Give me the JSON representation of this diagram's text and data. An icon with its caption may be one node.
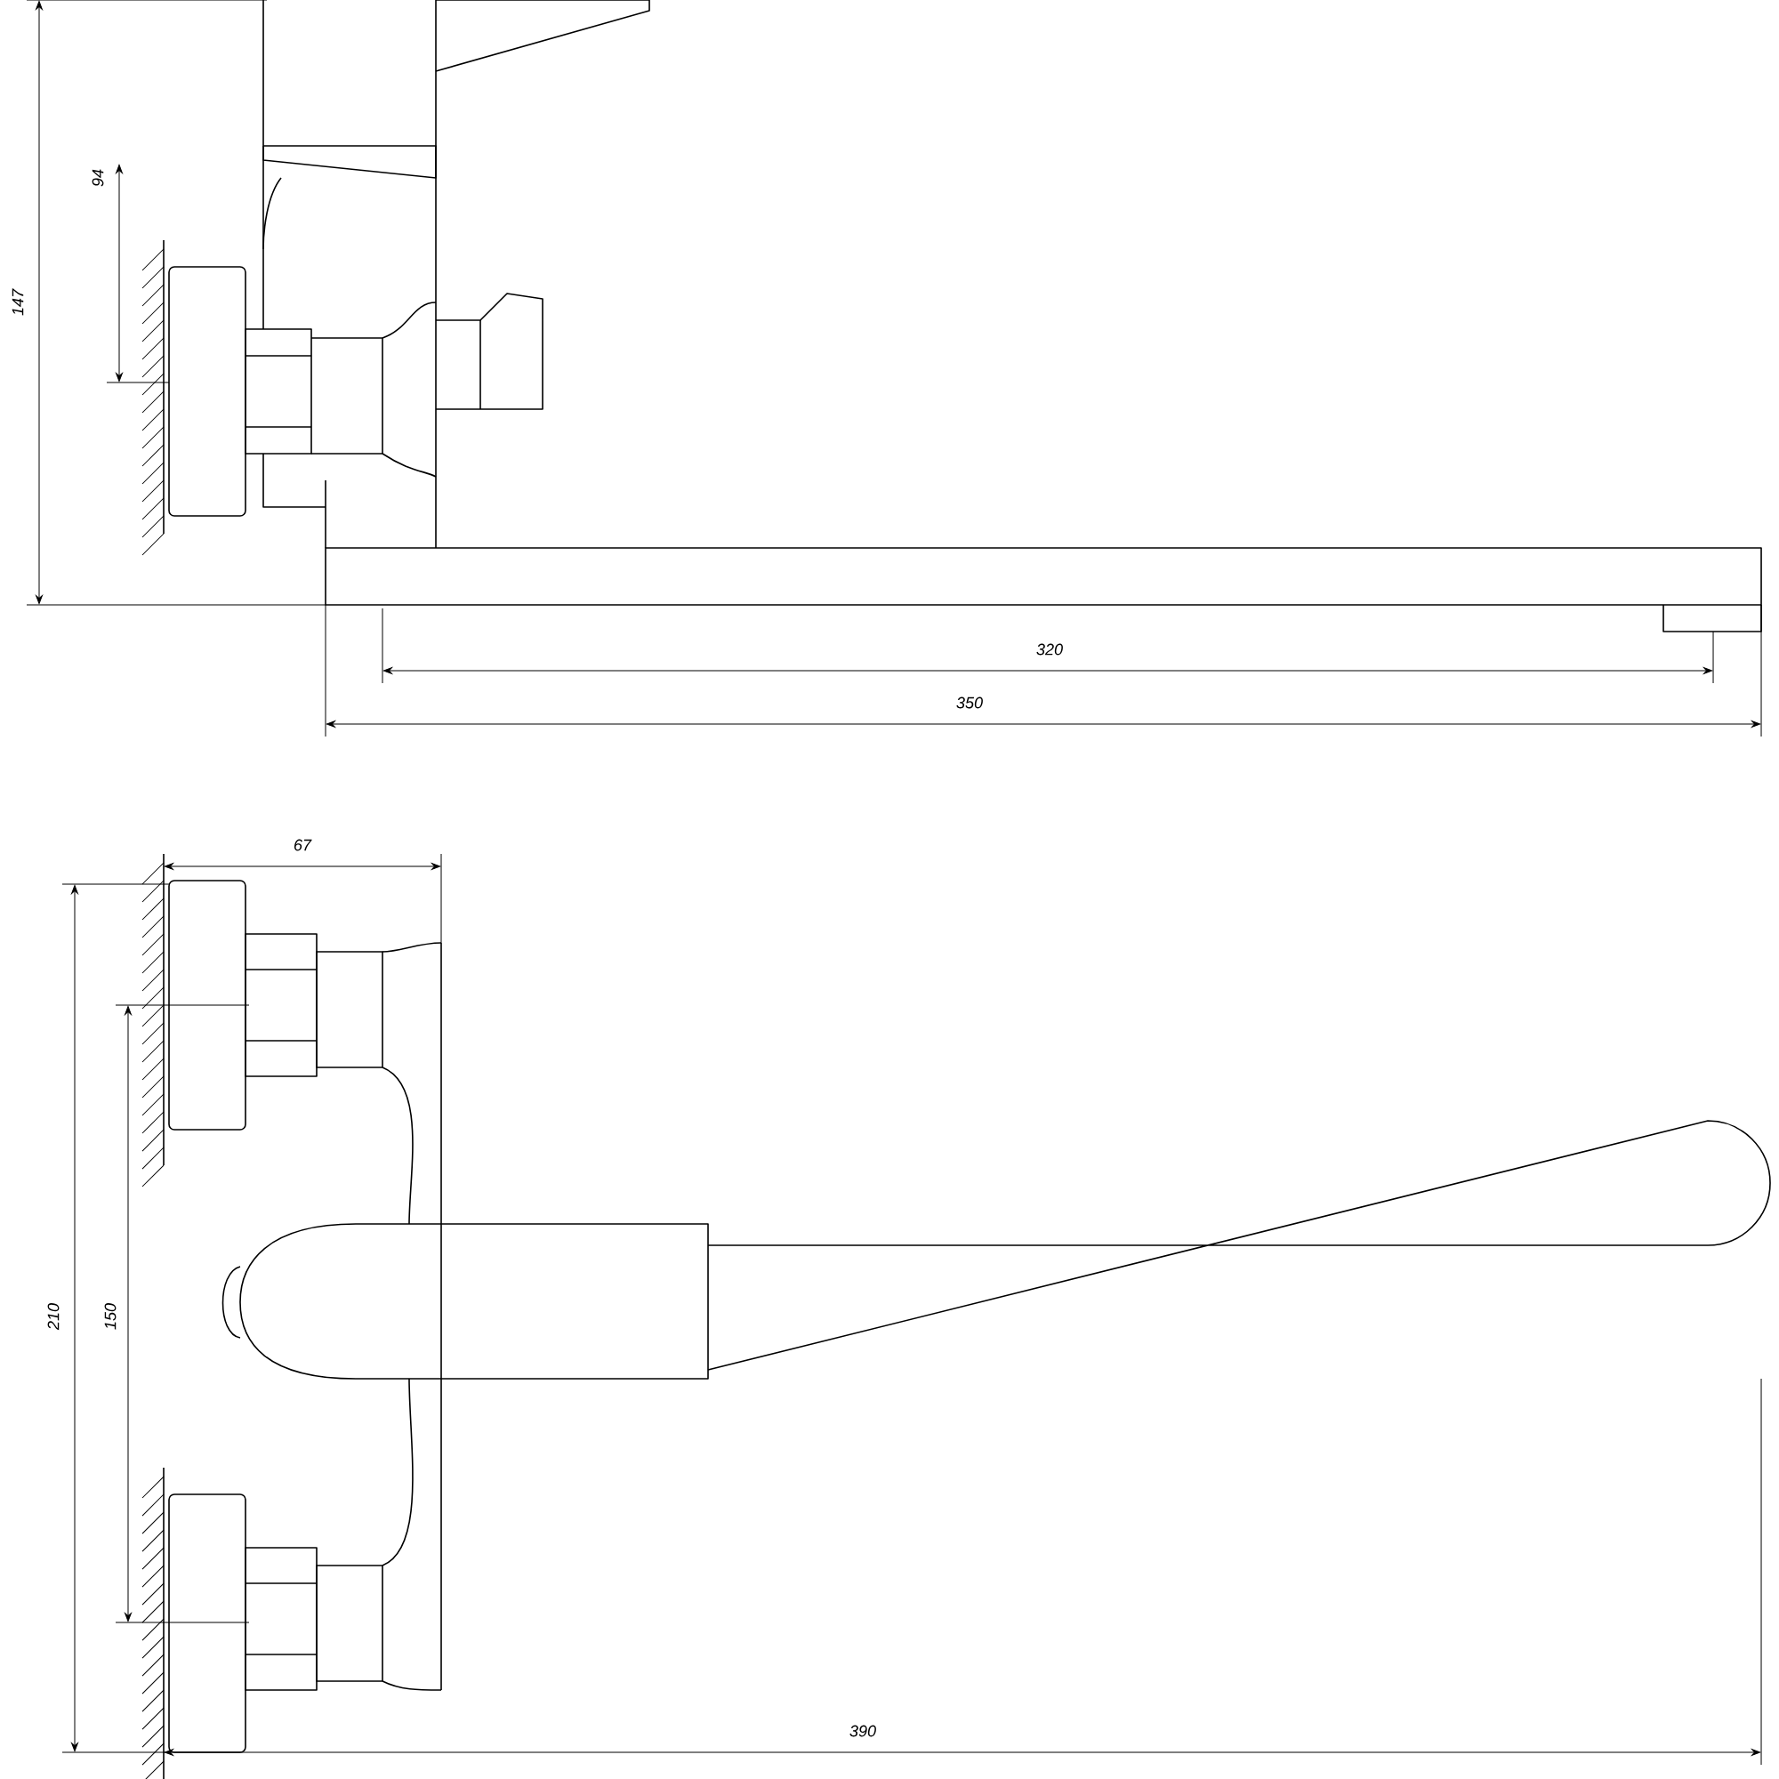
{
  "diagram": {
    "labels": [
      "147",
      "94",
      "320",
      "350",
      "67",
      "210",
      "150",
      "390"
    ]
  }
}
